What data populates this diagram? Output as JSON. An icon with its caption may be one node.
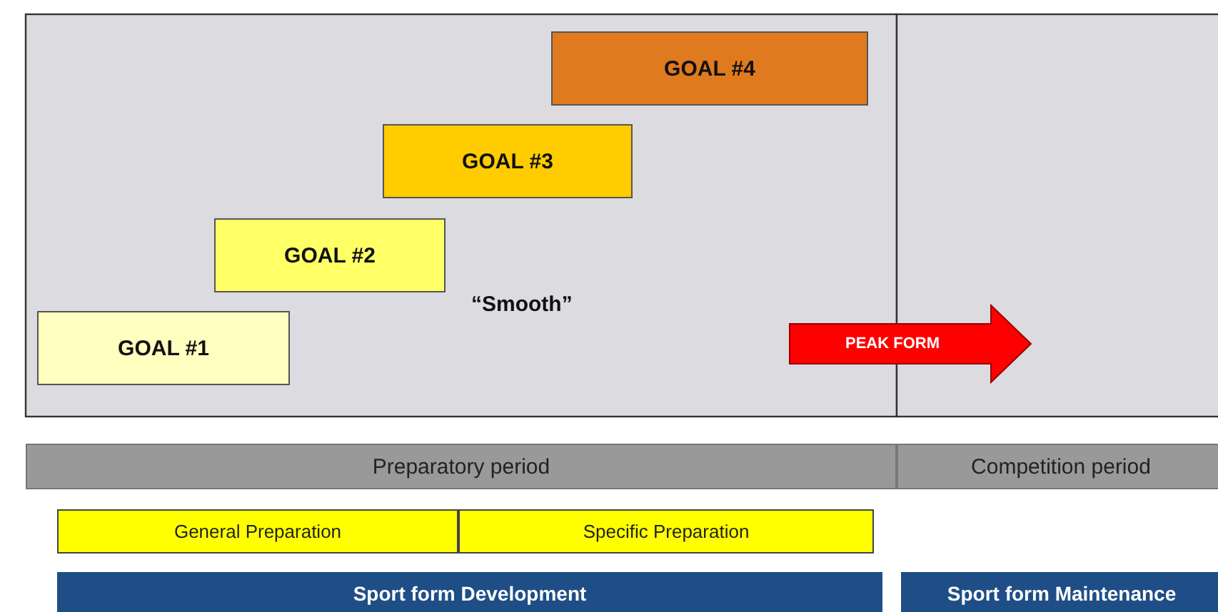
{
  "diagram": {
    "nodes": [
      {
        "text": [
          "GOAL #4"
        ]
      },
      {
        "text": [
          "GOAL #3"
        ]
      },
      {
        "text": [
          "GOAL #2"
        ]
      },
      {
        "text": [
          "GOAL #1"
        ]
      },
      {
        "text": [
          "PEAK FORM"
        ]
      },
      {
        "text": [
          "Preparatory period"
        ]
      },
      {
        "text": [
          "Competition period"
        ]
      },
      {
        "text": [
          "General Preparation"
        ]
      },
      {
        "text": [
          "Specific Preparation"
        ]
      },
      {
        "text": [
          "Sport form Development"
        ]
      },
      {
        "text": [
          "Sport form Maintenance"
        ]
      }
    ],
    "labels": [
      "“Smooth”"
    ]
  }
}
